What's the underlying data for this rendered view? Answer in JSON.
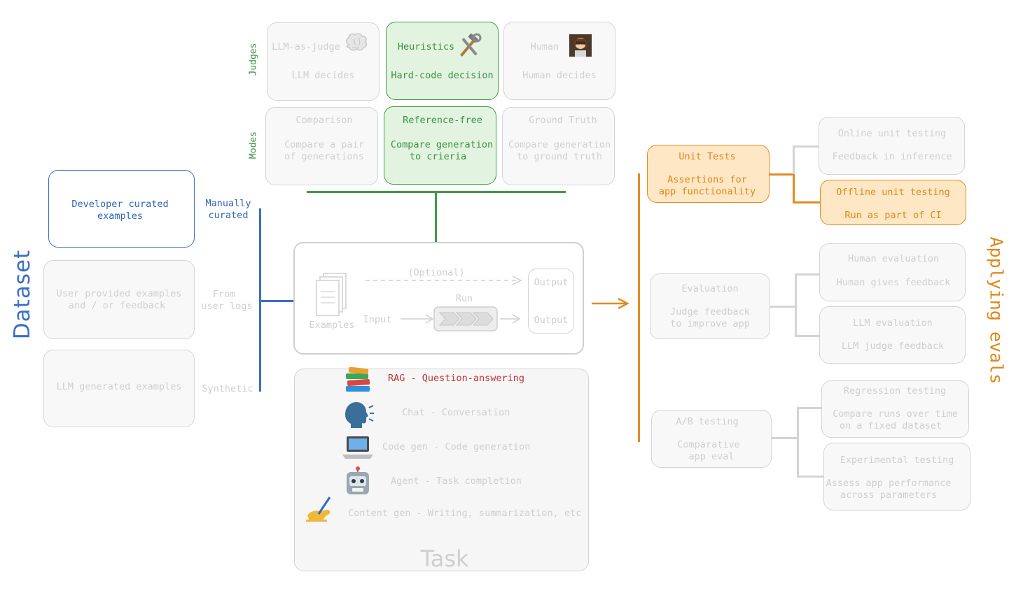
{
  "judges": {
    "row_label": "Judges",
    "llm": {
      "title": "LLM-as-judge",
      "desc": "LLM decides",
      "icon": "brain-icon"
    },
    "heuristics": {
      "title": "Heuristics",
      "desc": "Hard-code decision",
      "icon": "hammer-wrench-icon"
    },
    "human": {
      "title": "Human",
      "desc": "Human decides",
      "icon": "person-at-board-icon"
    }
  },
  "modes": {
    "row_label": "Modes",
    "comparison": {
      "title": "Comparison",
      "desc1": "Compare a pair",
      "desc2": "of generations"
    },
    "reference_free": {
      "title": "Reference-free",
      "desc1": "Compare generation",
      "desc2": "to crieria"
    },
    "ground_truth": {
      "title": "Ground Truth",
      "desc1": "Compare generation",
      "desc2": "to ground truth"
    }
  },
  "dataset": {
    "title": "Dataset",
    "developer": {
      "line1": "Developer curated",
      "line2": "examples"
    },
    "manual_label": {
      "line1": "Manually",
      "line2": "curated"
    },
    "user": {
      "line1": "User provided examples",
      "line2": "and / or feedback"
    },
    "logs_label": {
      "line1": "From",
      "line2": "user logs"
    },
    "llm": {
      "line1": "LLM generated examples"
    },
    "synthetic_label": "Synthetic"
  },
  "pipeline": {
    "examples": "Examples",
    "optional": "(Optional)",
    "output_top": "Output",
    "run": "Run",
    "input": "Input",
    "output_bottom": "Output"
  },
  "task": {
    "title": "Task",
    "items": [
      {
        "icon": "books-icon",
        "label": "RAG - Question-answering"
      },
      {
        "icon": "speaking-head-icon",
        "label": "Chat - Conversation"
      },
      {
        "icon": "laptop-icon",
        "label": "Code gen - Code generation"
      },
      {
        "icon": "robot-icon",
        "label": "Agent - Task completion"
      },
      {
        "icon": "writing-hand-icon",
        "label": "Content gen - Writing, summarization, etc"
      }
    ]
  },
  "applying": {
    "title": "Applying evals",
    "unit_tests": {
      "title": "Unit Tests",
      "desc1": "Assertions for",
      "desc2": "app functionality"
    },
    "online": {
      "title": "Online unit testing",
      "desc": "Feedback in inference"
    },
    "offline": {
      "title": "Offline unit testing",
      "desc": "Run as part of CI"
    },
    "evaluation": {
      "title": "Evaluation",
      "desc1": "Judge feedback",
      "desc2": "to improve app"
    },
    "human_eval": {
      "title": "Human evaluation",
      "desc": "Human gives feedback"
    },
    "llm_eval": {
      "title": "LLM evaluation",
      "desc": "LLM judge feedback"
    },
    "ab": {
      "title": "A/B testing",
      "desc1": "Comparative",
      "desc2": "app eval"
    },
    "regression": {
      "title": "Regression testing",
      "desc1": "Compare runs over time",
      "desc2": "on a fixed dataset"
    },
    "experimental": {
      "title": "Experimental testing",
      "desc1": "Assess app performance",
      "desc2": "across parameters"
    }
  },
  "colors": {
    "green": "#3e9b48",
    "blue": "#3b6fc6",
    "orange": "#e08b22",
    "grey": "#d4d4d4",
    "red": "#c43333"
  }
}
